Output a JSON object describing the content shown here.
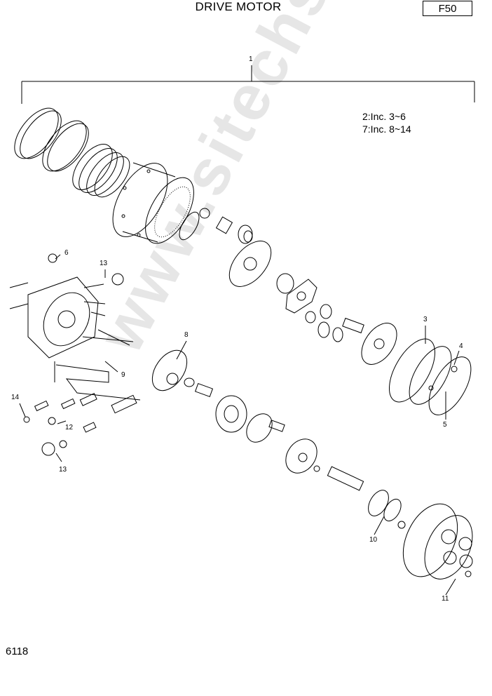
{
  "header": {
    "title": "DRIVE MOTOR",
    "page_code": "F50"
  },
  "notes": {
    "line1": "2:Inc. 3~6",
    "line2": "7:Inc. 8~14"
  },
  "callouts": {
    "c1": "1",
    "c3": "3",
    "c4": "4",
    "c5": "5",
    "c6": "6",
    "c8": "8",
    "c9": "9",
    "c10": "10",
    "c11": "11",
    "c12": "12",
    "c13a": "13",
    "c13b": "13",
    "c14": "14"
  },
  "footer": {
    "doc_number": "6118"
  },
  "watermark": "www.sitechs.ru"
}
